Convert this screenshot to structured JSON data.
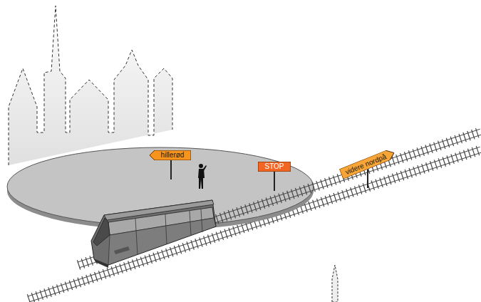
{
  "diagram": {
    "nodes": [
      {
        "text": [
          "hillerød"
        ]
      },
      {
        "text": [
          "STOP"
        ]
      },
      {
        "text": [
          "videre nordpå"
        ]
      }
    ]
  }
}
